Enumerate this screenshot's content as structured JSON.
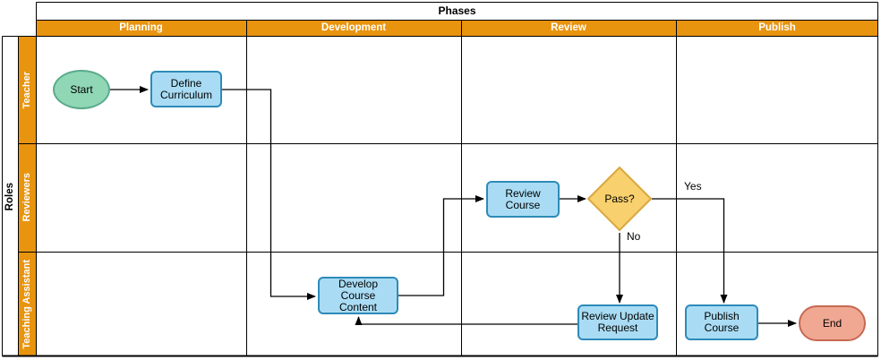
{
  "diagram": {
    "type": "swimlane-flowchart",
    "phases_title": "Phases",
    "phases": [
      {
        "label": "Planning"
      },
      {
        "label": "Development"
      },
      {
        "label": "Review"
      },
      {
        "label": "Publish"
      }
    ],
    "roles_title": "Roles",
    "roles": [
      {
        "label": "Teacher"
      },
      {
        "label": "Reviewers"
      },
      {
        "label": "Teaching Assistant"
      }
    ],
    "nodes": [
      {
        "id": "start",
        "type": "start-terminator",
        "label": "Start",
        "lane": "Teacher",
        "phase": "Planning"
      },
      {
        "id": "define-curriculum",
        "type": "process",
        "label": "Define Curriculum",
        "lane": "Teacher",
        "phase": "Planning"
      },
      {
        "id": "develop-course-content",
        "type": "process",
        "label": "Develop Course Content",
        "lane": "Teaching Assistant",
        "phase": "Development"
      },
      {
        "id": "review-course",
        "type": "process",
        "label": "Review Course",
        "lane": "Reviewers",
        "phase": "Review"
      },
      {
        "id": "pass-decision",
        "type": "decision",
        "label": "Pass?",
        "lane": "Reviewers",
        "phase": "Review"
      },
      {
        "id": "review-update-request",
        "type": "process",
        "label": "Review Update Request",
        "lane": "Teaching Assistant",
        "phase": "Review"
      },
      {
        "id": "publish-course",
        "type": "process",
        "label": "Publish Course",
        "lane": "Teaching Assistant",
        "phase": "Publish"
      },
      {
        "id": "end",
        "type": "end-terminator",
        "label": "End",
        "lane": "Teaching Assistant",
        "phase": "Publish"
      }
    ],
    "edges": [
      {
        "from": "start",
        "to": "define-curriculum",
        "label": ""
      },
      {
        "from": "define-curriculum",
        "to": "develop-course-content",
        "label": ""
      },
      {
        "from": "develop-course-content",
        "to": "review-course",
        "label": ""
      },
      {
        "from": "review-course",
        "to": "pass-decision",
        "label": ""
      },
      {
        "from": "pass-decision",
        "to": "publish-course",
        "label": "Yes"
      },
      {
        "from": "pass-decision",
        "to": "review-update-request",
        "label": "No"
      },
      {
        "from": "review-update-request",
        "to": "develop-course-content",
        "label": ""
      },
      {
        "from": "publish-course",
        "to": "end",
        "label": ""
      }
    ],
    "colors": {
      "header_orange": "#E8940F",
      "header_text": "#FFFFFF",
      "process_fill": "#A9DCF4",
      "process_stroke": "#2D8BB8",
      "start_fill": "#90D7B5",
      "start_stroke": "#5BAB8D",
      "decision_fill": "#F8D06E",
      "decision_stroke": "#D9A840",
      "end_fill": "#F1A893",
      "end_stroke": "#C56A52",
      "grid_line": "#000000",
      "connector": "#000000"
    }
  }
}
